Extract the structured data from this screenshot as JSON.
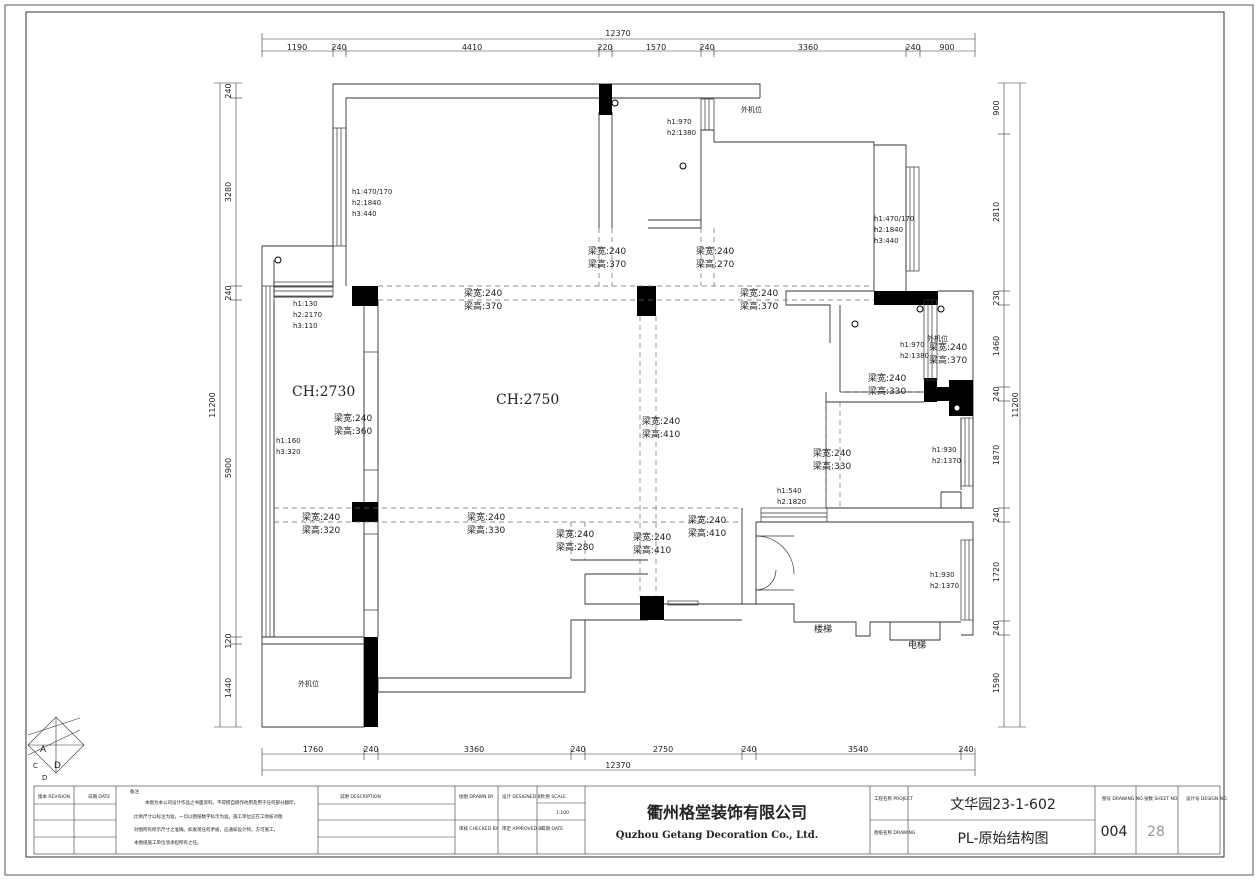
{
  "dims": {
    "top_total": "12370",
    "top_segments": [
      "1190",
      "240",
      "4410",
      "220",
      "1570",
      "240",
      "3360",
      "240",
      "900"
    ],
    "bottom_total": "12370",
    "bottom_segments": [
      "1760",
      "240",
      "3360",
      "240",
      "2750",
      "240",
      "3540",
      "240"
    ],
    "left_total": "11200",
    "left_segments": [
      "240",
      "3280",
      "240",
      "5900",
      "120",
      "1440"
    ],
    "right_total": "11200",
    "right_segments": [
      "900",
      "2810",
      "230",
      "1460",
      "240",
      "1870",
      "240",
      "1720",
      "240",
      "1590"
    ]
  },
  "rooms": {
    "ch_left": "CH:2730",
    "ch_main": "CH:2750",
    "outdoor_unit_1": "外机位",
    "outdoor_unit_2": "外机位",
    "outdoor_unit_3": "外机位",
    "stairs": "楼梯",
    "elevator": "电梯"
  },
  "beams": [
    [
      "梁宽:240",
      "梁高:370"
    ],
    [
      "梁宽:240",
      "梁高:270"
    ],
    [
      "梁宽:240",
      "梁高:370"
    ],
    [
      "梁宽:240",
      "梁高:370"
    ],
    [
      "梁宽:240",
      "梁高:370"
    ],
    [
      "梁宽:240",
      "梁高:330"
    ],
    [
      "梁宽:240",
      "梁高:360"
    ],
    [
      "梁宽:240",
      "梁高:410"
    ],
    [
      "梁宽:240",
      "梁高:330"
    ],
    [
      "梁宽:240",
      "梁高:320"
    ],
    [
      "梁宽:240",
      "梁高:330"
    ],
    [
      "梁宽:240",
      "梁高:280"
    ],
    [
      "梁宽:240",
      "梁高:410"
    ],
    [
      "梁宽:240",
      "梁高:410"
    ]
  ],
  "windows": {
    "w1": [
      "h1:970",
      "h2:1380"
    ],
    "w2": [
      "h1:470/170",
      "h2:1840",
      "h3:440"
    ],
    "w3": [
      "h1:470/170",
      "h2:1840",
      "h3:440"
    ],
    "w4": [
      "h1:130",
      "h2:2170",
      "h3:110"
    ],
    "w5": [
      "h1:970",
      "h2:1380"
    ],
    "w6": [
      "h1:160",
      "h3:320"
    ],
    "w7": [
      "h1:930",
      "h2:1370"
    ],
    "w8": [
      "h1:540",
      "h2:1820"
    ],
    "w9": [
      "h1:930",
      "h2:1370"
    ]
  },
  "north": {
    "letters": [
      "A",
      "D",
      "C",
      "D"
    ]
  },
  "title_block": {
    "company_cn": "衢州格堂装饰有限公司",
    "company_en": "Quzhou Getang Decoration Co., Ltd.",
    "project": "文华园23-1-602",
    "drawing_name": "PL-原始结构图",
    "drawing_no": "004",
    "sheet_no": "28",
    "rev_label": "版本 REVISION",
    "date_label": "日期 DATE",
    "notes_label": "备注",
    "notes_lines": [
      "本图为本公司设计作品之书面资料，不得擅自挪作他用及用于任何部分翻印，",
      "比例尺寸以标注为准，一切以图纸数字标示为准。施工单位应在工地核对图",
      "对图所有所示尺寸之准确。如发现任何矛盾，应通知设计师。方可施工，",
      "本图纸施工单位须承担所有之任。"
    ],
    "description_label": "说明 DESCRIPTION",
    "drawn_label": "绘图 DRAWN BY",
    "designed_label": "设计 DESIGNED BY",
    "scale_label": "比例 SCALE",
    "scale_value": "1:100",
    "checked_label": "审核 CHECKED BY",
    "approved_label": "审定 APPROVED BY",
    "date2_label": "日期 DATE",
    "project_label": "工程名称 PROJECT",
    "drawing_title_label": "图纸名称 DRAWING",
    "drawing_no_label": "图号 DRAWING NO.",
    "sheet_no_label": "张数 SHEET NO.",
    "design_no_label": "设计号 DESIGN NO."
  }
}
